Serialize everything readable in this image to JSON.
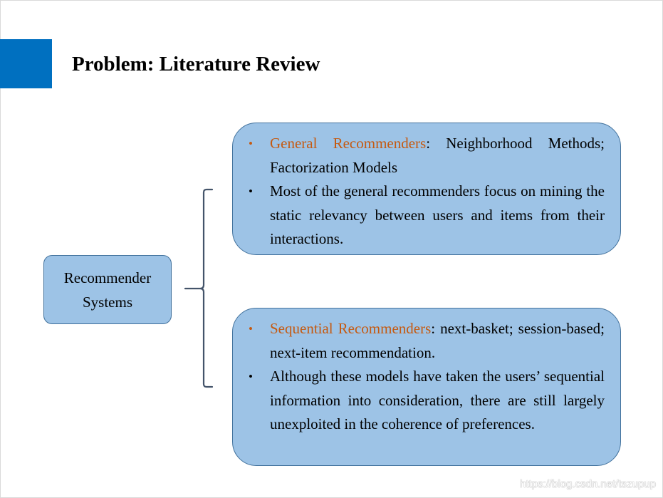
{
  "slide": {
    "title": "Problem: Literature Review",
    "accent_color": "#0070c0",
    "highlight_color": "#c55a11",
    "box_fill_color": "#9dc3e6",
    "box_border_color": "#41719c",
    "connector_color": "#44546a"
  },
  "root": {
    "line1": "Recommender",
    "line2": "Systems"
  },
  "general": {
    "b1_highlight": "General Recommenders",
    "b1_rest": ": Neighborhood Methods; Factorization Models",
    "b2": "Most of the general recommenders focus on mining the static relevancy between users and items from their interactions."
  },
  "sequential": {
    "b1_highlight": "Sequential Recommenders",
    "b1_rest": ": next-basket; session-based; next-item recommendation.",
    "b2": "Although these models have taken the users’ sequential information into consideration, there are still largely unexploited in the coherence of preferences."
  },
  "icons": {
    "bullet": "•"
  },
  "watermark": "https://blog.csdn.net/tszupup"
}
